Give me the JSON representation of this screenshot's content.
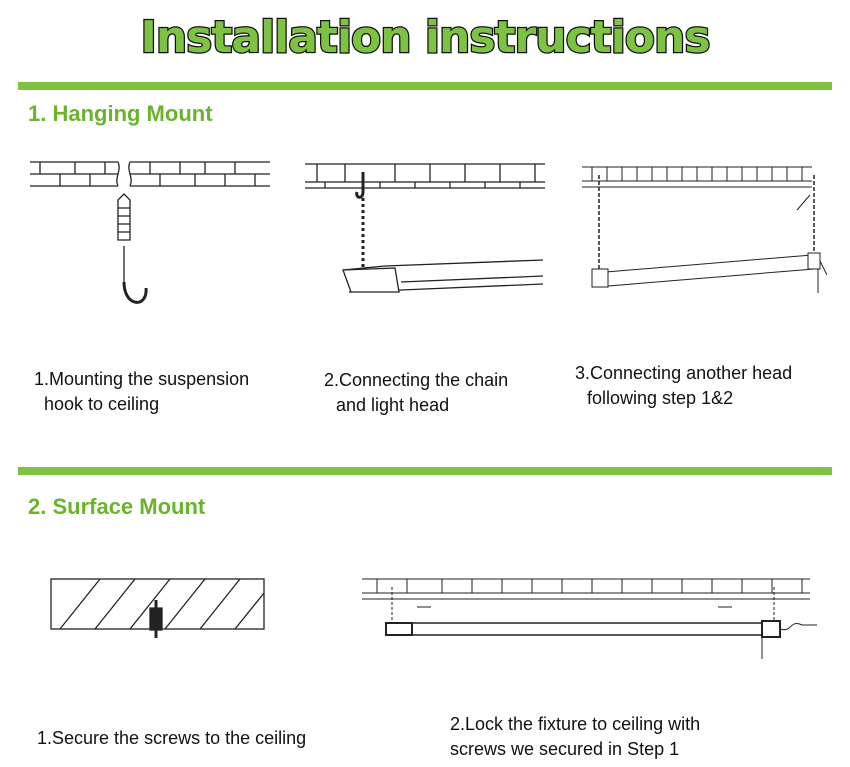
{
  "title": "Installation instructions",
  "sections": [
    {
      "heading": "1. Hanging Mount",
      "steps": [
        {
          "line1": "1.Mounting the suspension",
          "line2": "hook to ceiling"
        },
        {
          "line1": "2.Connecting the chain",
          "line2": "and light head"
        },
        {
          "line1": "3.Connecting another head",
          "line2": "following step 1&2"
        }
      ]
    },
    {
      "heading": "2. Surface Mount",
      "steps": [
        {
          "line1": "1.Secure the screws to the ceiling"
        },
        {
          "line1": "2.Lock the fixture to ceiling with",
          "line2": "screws we secured in Step 1"
        }
      ]
    }
  ],
  "colors": {
    "accent": "#7dc242",
    "heading": "#6ab42d"
  }
}
